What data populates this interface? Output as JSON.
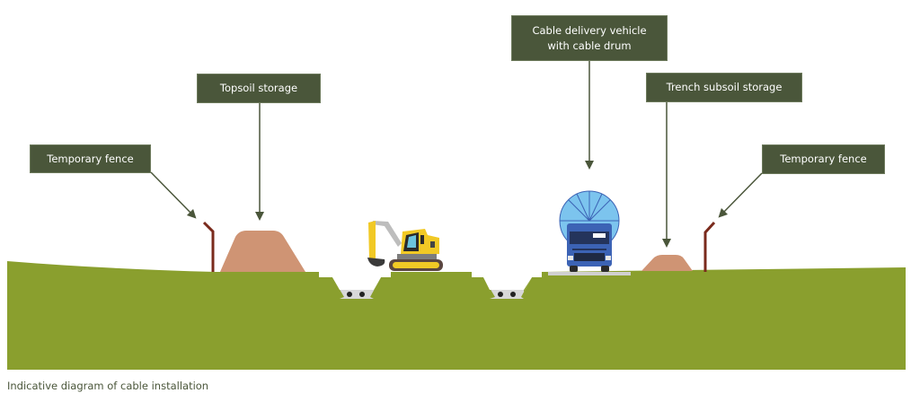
{
  "diagram": {
    "caption": "Indicative diagram of cable installation",
    "labels": {
      "temporary_fence_left": "Temporary fence",
      "topsoil_storage": "Topsoil storage",
      "cable_delivery_vehicle_line1": "Cable delivery vehicle",
      "cable_delivery_vehicle_line2": "with cable drum",
      "trench_subsoil_storage": "Trench subsoil storage",
      "temporary_fence_right": "Temporary fence"
    },
    "elements": [
      "temporary-fence-left",
      "topsoil-mound",
      "cable-trench-1",
      "excavator",
      "cable-trench-2",
      "cable-delivery-truck",
      "subsoil-mound",
      "temporary-fence-right"
    ],
    "trenches": [
      {
        "name": "trench-1",
        "cables": 2
      },
      {
        "name": "trench-2",
        "cables": 2
      }
    ],
    "colors": {
      "ground": "#8a9f2e",
      "label_bg": "#4a563a",
      "arrow": "#4a563a",
      "soil_mound": "#cf9474",
      "fence": "#7a2a1c",
      "excavator": "#f1c925",
      "truck": "#3c63b5",
      "cable_drum": "#7cc4ee"
    }
  }
}
